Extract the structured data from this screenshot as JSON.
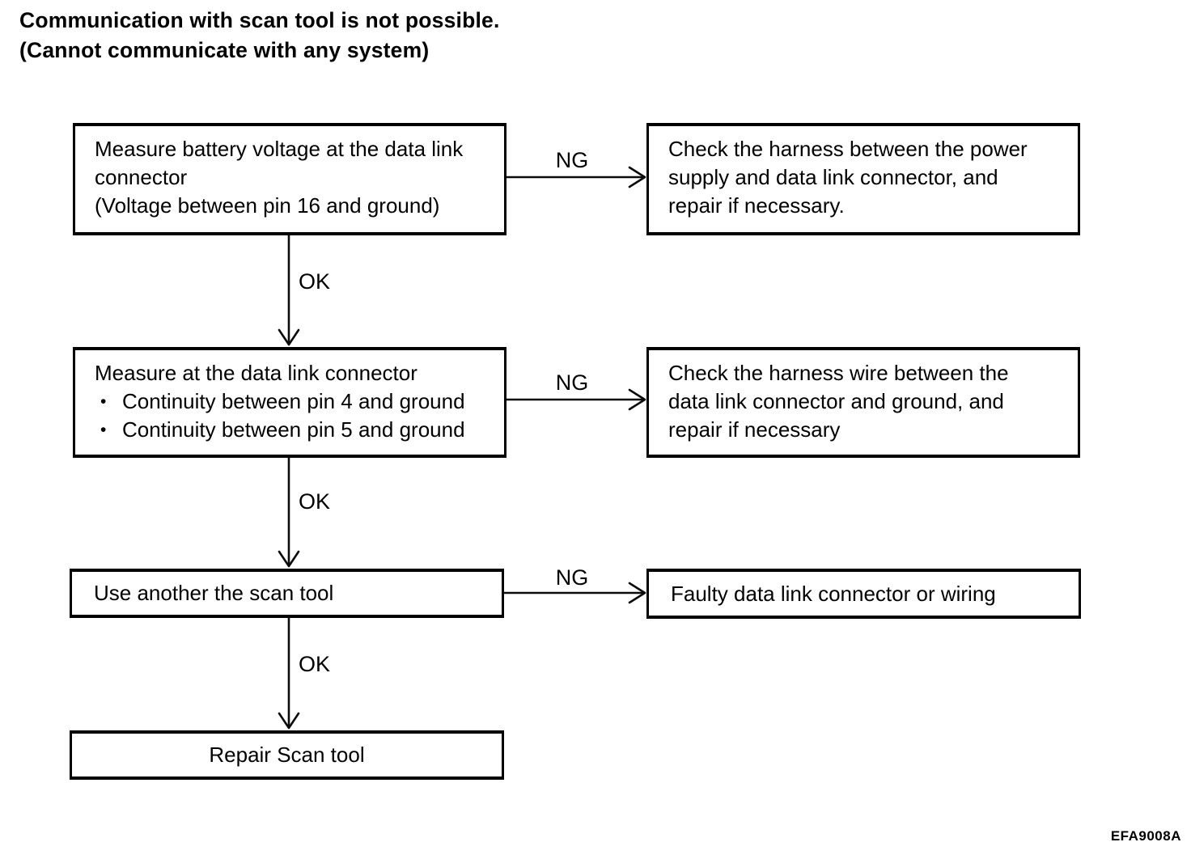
{
  "page": {
    "title_line1": "Communication with scan tool is not possible.",
    "title_line2": "(Cannot communicate with any system)",
    "figure_code": "EFA9008A"
  },
  "colors": {
    "ink": "#000000",
    "paper": "#ffffff"
  },
  "flowchart": {
    "step_battery_voltage": {
      "lines": [
        "Measure battery voltage at the data link",
        "connector",
        "(Voltage between pin 16 and ground)"
      ]
    },
    "result_harness_power": {
      "lines": [
        "Check the harness between the power",
        "supply and data link connector, and",
        "repair if necessary."
      ]
    },
    "step_continuity": {
      "title": "Measure at the data link connector",
      "bullet_char": "•",
      "bullets": [
        "Continuity between pin 4 and ground",
        "Continuity between pin 5 and ground"
      ]
    },
    "result_harness_ground": {
      "lines": [
        "Check the harness wire between the",
        "data link connector and ground, and",
        "repair if necessary"
      ]
    },
    "step_another_scan_tool": {
      "text": "Use another the scan tool"
    },
    "result_faulty_connector": {
      "text": "Faulty data link connector or wiring"
    },
    "step_repair_scan_tool": {
      "text": "Repair Scan tool"
    },
    "edges": {
      "ng1": "NG",
      "ok1": "OK",
      "ng2": "NG",
      "ok2": "OK",
      "ng3": "NG",
      "ok3": "OK"
    }
  }
}
